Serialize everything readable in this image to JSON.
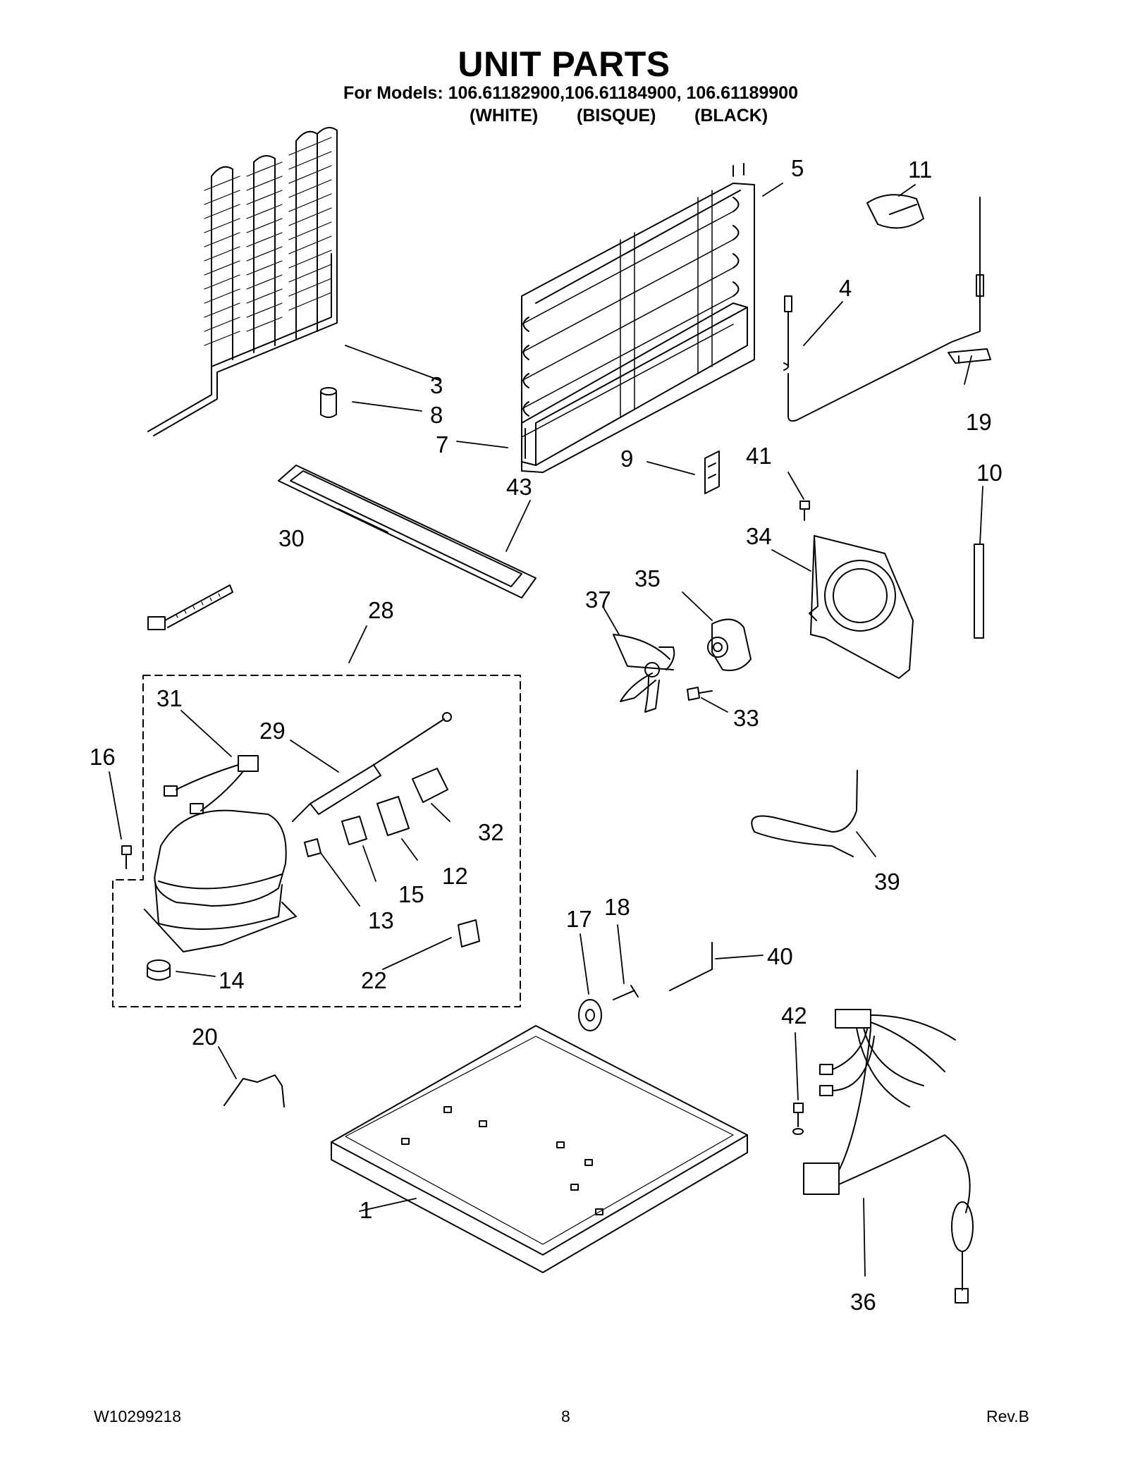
{
  "title": "UNIT PARTS",
  "subtitle": "For Models: 106.61182900,106.61184900, 106.61189900",
  "variants": [
    "(WHITE)",
    "(BISQUE)",
    "(BLACK)"
  ],
  "callouts": [
    "1",
    "3",
    "4",
    "5",
    "7",
    "8",
    "9",
    "10",
    "11",
    "12",
    "13",
    "14",
    "15",
    "16",
    "17",
    "18",
    "19",
    "20",
    "22",
    "28",
    "29",
    "30",
    "31",
    "32",
    "33",
    "34",
    "35",
    "36",
    "37",
    "39",
    "40",
    "41",
    "42",
    "43"
  ],
  "footer": {
    "doc_number": "W10299218",
    "page_number": "8",
    "revision": "Rev.B"
  }
}
